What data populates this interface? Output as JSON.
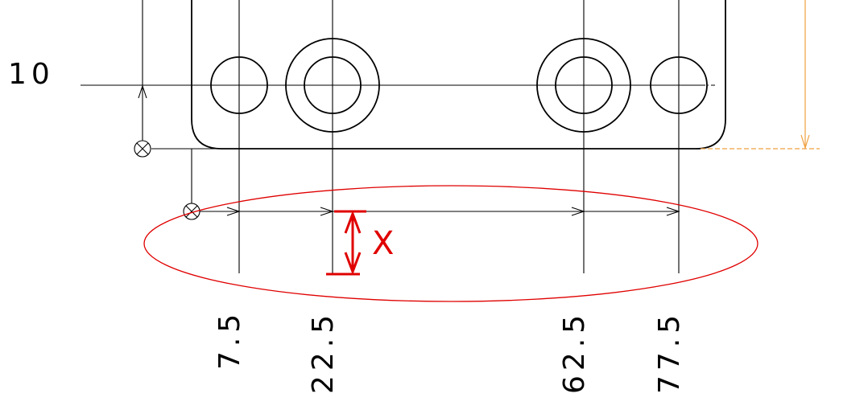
{
  "drawing": {
    "left_dimension": "10",
    "dimensions": [
      "7.5",
      "22.5",
      "62.5",
      "77.5"
    ],
    "annotation": "X"
  },
  "colors": {
    "line": "#000000",
    "highlight": "#e00000",
    "reference": "#f0a040"
  }
}
